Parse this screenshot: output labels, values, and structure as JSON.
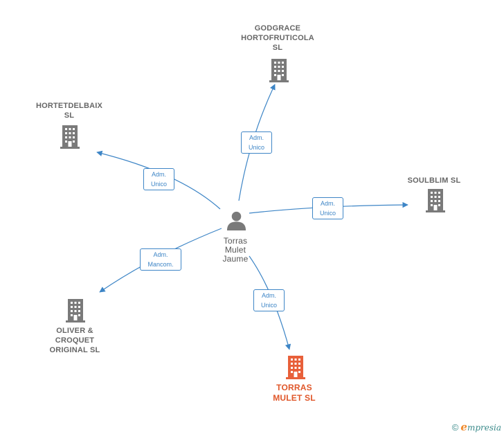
{
  "colors": {
    "edge": "#3d85c6",
    "company_icon": "#7a7a7a",
    "highlight_icon": "#e8603a",
    "person_icon": "#7a7a7a"
  },
  "center": {
    "name_lines": [
      "Torras",
      "Mulet",
      "Jaume"
    ],
    "icon": "person-icon"
  },
  "nodes": [
    {
      "id": "godgrace",
      "name_lines": [
        "GODGRACE",
        "HORTOFRUTICOLA",
        "SL"
      ],
      "icon": "building-icon",
      "highlight": false
    },
    {
      "id": "hortetdelbaix",
      "name_lines": [
        "HORTETDELBAIX",
        "SL"
      ],
      "icon": "building-icon",
      "highlight": false
    },
    {
      "id": "soulblim",
      "name_lines": [
        "SOULBLIM  SL"
      ],
      "icon": "building-icon",
      "highlight": false
    },
    {
      "id": "oliver",
      "name_lines": [
        "OLIVER &",
        "CROQUET",
        "ORIGINAL  SL"
      ],
      "icon": "building-icon",
      "highlight": false
    },
    {
      "id": "torras",
      "name_lines": [
        "TORRAS",
        "MULET  SL"
      ],
      "icon": "building-icon",
      "highlight": true
    }
  ],
  "edges": [
    {
      "to": "godgrace",
      "label_lines": [
        "Adm.",
        "Unico"
      ]
    },
    {
      "to": "hortetdelbaix",
      "label_lines": [
        "Adm.",
        "Unico"
      ]
    },
    {
      "to": "soulblim",
      "label_lines": [
        "Adm.",
        "Unico"
      ]
    },
    {
      "to": "oliver",
      "label_lines": [
        "Adm.",
        "Mancom."
      ]
    },
    {
      "to": "torras",
      "label_lines": [
        "Adm.",
        "Unico"
      ]
    }
  ],
  "footer": {
    "copyright_symbol": "©",
    "brand_initial": "e",
    "brand_rest": "mpresia"
  }
}
